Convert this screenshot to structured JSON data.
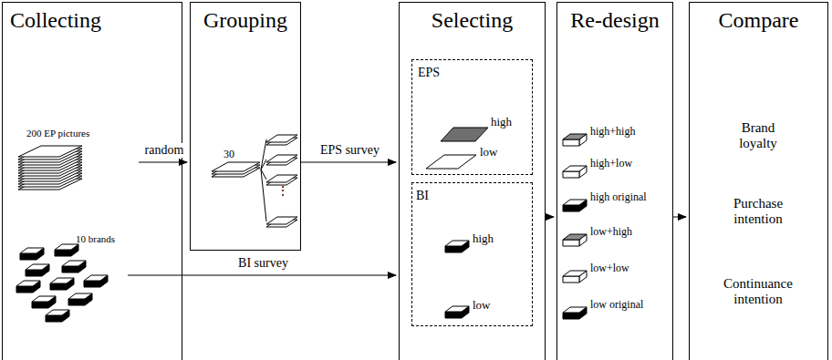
{
  "diagram": {
    "nodes": [
      {
        "text": [
          "Collecting"
        ]
      },
      {
        "text": [
          "200 EP pictures"
        ],
        "in": 0
      },
      {
        "text": [
          "10 brands"
        ],
        "in": 0
      },
      {
        "text": [
          "Grouping"
        ]
      },
      {
        "text": [
          "Selecting"
        ]
      },
      {
        "text": [
          "EPS"
        ],
        "in": 4
      },
      {
        "text": [
          "BI"
        ],
        "in": 4
      },
      {
        "text": [
          "Re-design"
        ]
      },
      {
        "text": [
          "Compare"
        ]
      }
    ],
    "edges": [
      {
        "from": 1,
        "to": 3,
        "label": "random",
        "arrow": "to"
      },
      {
        "from": 3,
        "to": 4,
        "label": "EPS survey",
        "arrow": "to"
      },
      {
        "from": 2,
        "to": 4,
        "label": "BI survey",
        "arrow": "to"
      },
      {
        "from": 4,
        "to": 7,
        "arrow": "to"
      },
      {
        "from": 7,
        "to": 8,
        "arrow": "to"
      }
    ],
    "labels": [
      "30",
      "⋮",
      "high",
      "low",
      "high",
      "low",
      "high+high",
      "high+low",
      "high original",
      "low+high",
      "low+low",
      "low original",
      "Brand loyalty",
      "Purchase intention",
      "Continuance intention"
    ]
  }
}
